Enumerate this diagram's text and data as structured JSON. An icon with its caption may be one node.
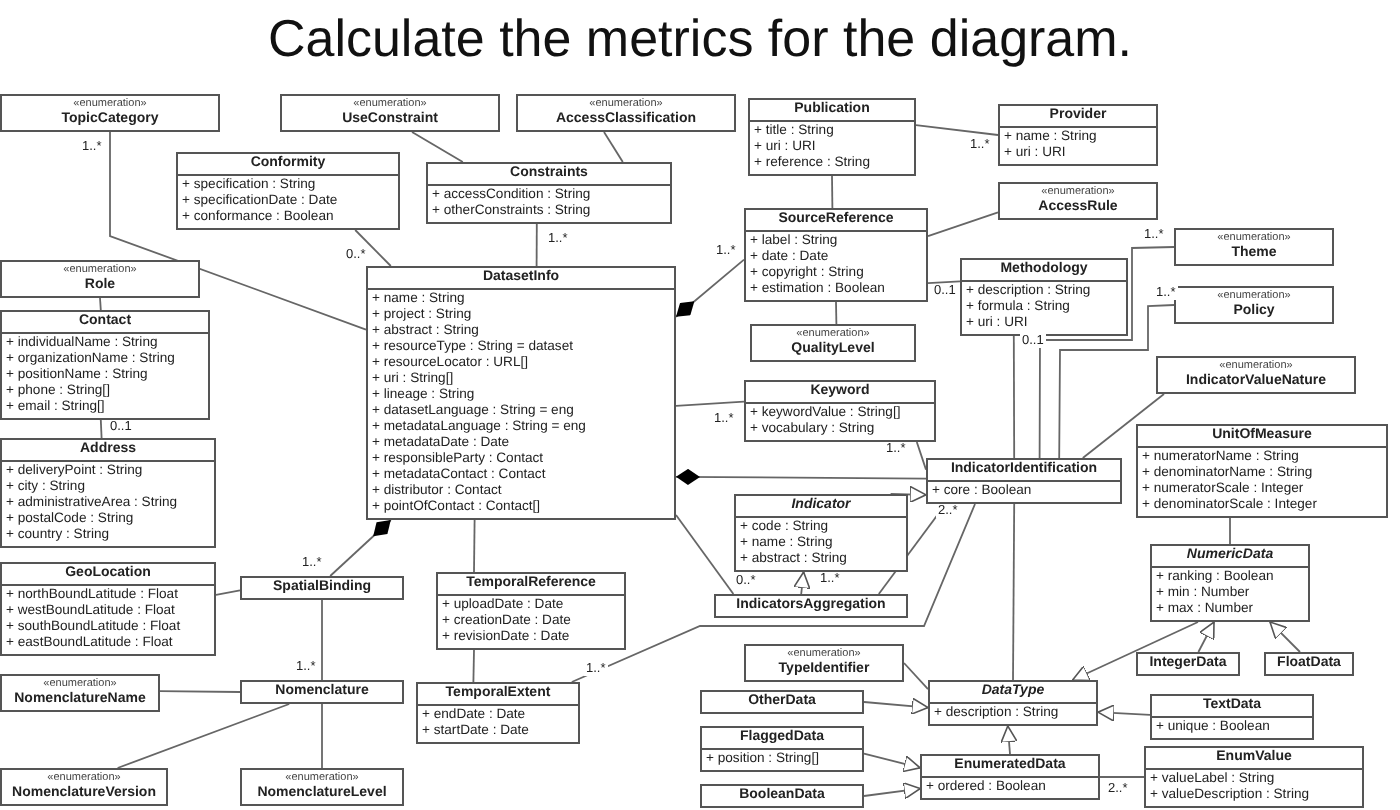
{
  "diagram": {
    "title": "Calculate the metrics for the diagram.",
    "nodes": [
      {
        "text": [
          "«enumeration»",
          "TopicCategory"
        ]
      },
      {
        "text": [
          "«enumeration»",
          "UseConstraint"
        ]
      },
      {
        "text": [
          "«enumeration»",
          "AccessClassification"
        ]
      },
      {
        "text": [
          "Conformity",
          "+ specification : String",
          "+ specificationDate : Date",
          "+ conformance : Boolean"
        ]
      },
      {
        "text": [
          "Constraints",
          "+ accessCondition : String",
          "+ otherConstraints : String"
        ]
      },
      {
        "text": [
          "Publication",
          "+ title : String",
          "+ uri : URI",
          "+ reference : String"
        ]
      },
      {
        "text": [
          "Provider",
          "+ name : String",
          "+ uri : URI"
        ]
      },
      {
        "text": [
          "«enumeration»",
          "AccessRule"
        ]
      },
      {
        "text": [
          "SourceReference",
          "+ label : String",
          "+ date : Date",
          "+ copyright : String",
          "+ estimation : Boolean"
        ]
      },
      {
        "text": [
          "Methodology",
          "+ description : String",
          "+ formula : String",
          "+ uri : URI"
        ]
      },
      {
        "text": [
          "«enumeration»",
          "Theme"
        ]
      },
      {
        "text": [
          "«enumeration»",
          "Policy"
        ]
      },
      {
        "text": [
          "«enumeration»",
          "Role"
        ]
      },
      {
        "text": [
          "Contact",
          "+ individualName : String",
          "+ organizationName : String",
          "+ positionName : String",
          "+ phone : String[]",
          "+ email : String[]"
        ]
      },
      {
        "text": [
          "DatasetInfo",
          "+ name : String",
          "+ project : String",
          "+ abstract : String",
          "+ resourceType : String = dataset",
          "+ resourceLocator : URL[]",
          "+ uri : String[]",
          "+ lineage : String",
          "+ datasetLanguage : String = eng",
          "+ metadataLanguage : String = eng",
          "+ metadataDate : Date",
          "+ responsibleParty : Contact",
          "+ metadataContact : Contact",
          "+ distributor : Contact",
          "+ pointOfContact : Contact[]"
        ]
      },
      {
        "text": [
          "«enumeration»",
          "QualityLevel"
        ]
      },
      {
        "text": [
          "«enumeration»",
          "IndicatorValueNature"
        ]
      },
      {
        "text": [
          "Keyword",
          "+ keywordValue : String[]",
          "+ vocabulary : String"
        ]
      },
      {
        "text": [
          "Address",
          "+ deliveryPoint : String",
          "+ city : String",
          "+ administrativeArea : String",
          "+ postalCode : String",
          "+ country : String"
        ]
      },
      {
        "text": [
          "UnitOfMeasure",
          "+ numeratorName : String",
          "+ denominatorName : String",
          "+ numeratorScale : Integer",
          "+ denominatorScale : Integer"
        ]
      },
      {
        "text": [
          "IndicatorIdentification",
          "+ core : Boolean"
        ]
      },
      {
        "text": [
          "Indicator",
          "+ code : String",
          "+ name : String",
          "+ abstract : String"
        ]
      },
      {
        "text": [
          "GeoLocation",
          "+ northBoundLatitude : Float",
          "+ westBoundLatitude : Float",
          "+ southBoundLatitude : Float",
          "+ eastBoundLatitude : Float"
        ]
      },
      {
        "text": [
          "SpatialBinding"
        ]
      },
      {
        "text": [
          "TemporalReference",
          "+ uploadDate : Date",
          "+ creationDate : Date",
          "+ revisionDate : Date"
        ]
      },
      {
        "text": [
          "IndicatorsAggregation"
        ]
      },
      {
        "text": [
          "NumericData",
          "+ ranking : Boolean",
          "+ min : Number",
          "+ max : Number"
        ]
      },
      {
        "text": [
          "«enumeration»",
          "TypeIdentifier"
        ]
      },
      {
        "text": [
          "IntegerData"
        ]
      },
      {
        "text": [
          "FloatData"
        ]
      },
      {
        "text": [
          "«enumeration»",
          "NomenclatureName"
        ]
      },
      {
        "text": [
          "Nomenclature"
        ]
      },
      {
        "text": [
          "TemporalExtent",
          "+ endDate : Date",
          "+ startDate : Date"
        ]
      },
      {
        "text": [
          "OtherData"
        ]
      },
      {
        "text": [
          "DataType",
          "+ description : String"
        ]
      },
      {
        "text": [
          "TextData",
          "+ unique : Boolean"
        ]
      },
      {
        "text": [
          "FlaggedData",
          "+ position : String[]"
        ]
      },
      {
        "text": [
          "EnumeratedData",
          "+ ordered : Boolean"
        ]
      },
      {
        "text": [
          "EnumValue",
          "+ valueLabel : String",
          "+ valueDescription : String"
        ]
      },
      {
        "text": [
          "BooleanData"
        ]
      },
      {
        "text": [
          "«enumeration»",
          "NomenclatureVersion"
        ]
      },
      {
        "text": [
          "«enumeration»",
          "NomenclatureLevel"
        ]
      }
    ],
    "edges": [
      {
        "from": 14,
        "to": 0,
        "arrow": "none",
        "label": "1..*"
      },
      {
        "from": 4,
        "to": 1,
        "arrow": "none"
      },
      {
        "from": 4,
        "to": 2,
        "arrow": "none"
      },
      {
        "from": 14,
        "to": 3,
        "arrow": "none",
        "label": "0..*"
      },
      {
        "from": 14,
        "to": 4,
        "arrow": "none",
        "label": "1..*"
      },
      {
        "from": 5,
        "to": 8,
        "arrow": "none"
      },
      {
        "from": 5,
        "to": 6,
        "arrow": "none",
        "label": "1..*"
      },
      {
        "from": 8,
        "to": 14,
        "arrow": "other",
        "label": "1..*"
      },
      {
        "from": 8,
        "to": 7,
        "arrow": "none"
      },
      {
        "from": 8,
        "to": 9,
        "arrow": "none",
        "label": "0..1"
      },
      {
        "from": 8,
        "to": 15,
        "arrow": "none"
      },
      {
        "from": 14,
        "to": 17,
        "arrow": "none",
        "label": "1..*"
      },
      {
        "from": 17,
        "to": 20,
        "arrow": "none",
        "label": "1..*"
      },
      {
        "from": 20,
        "to": 10,
        "arrow": "none",
        "label": "1..*"
      },
      {
        "from": 20,
        "to": 11,
        "arrow": "none",
        "label": "1..*"
      },
      {
        "from": 20,
        "to": 16,
        "arrow": "none"
      },
      {
        "from": 9,
        "to": 20,
        "arrow": "none",
        "label": "0..1"
      },
      {
        "from": 20,
        "to": 34,
        "arrow": "none"
      },
      {
        "from": 20,
        "to": 14,
        "arrow": "other"
      },
      {
        "from": 21,
        "to": 20,
        "arrow": "to"
      },
      {
        "from": 25,
        "to": 21,
        "arrow": "to"
      },
      {
        "from": 14,
        "to": 25,
        "arrow": "none",
        "label": "0..*"
      },
      {
        "from": 20,
        "to": 25,
        "arrow": "none",
        "label": "2..*"
      },
      {
        "from": 23,
        "to": 14,
        "arrow": "other",
        "label": "1..*"
      },
      {
        "from": 23,
        "to": 22,
        "arrow": "none"
      },
      {
        "from": 23,
        "to": 31,
        "arrow": "none",
        "label": "1..*"
      },
      {
        "from": 31,
        "to": 30,
        "arrow": "none"
      },
      {
        "from": 31,
        "to": 40,
        "arrow": "none"
      },
      {
        "from": 31,
        "to": 41,
        "arrow": "none"
      },
      {
        "from": 14,
        "to": 24,
        "arrow": "none"
      },
      {
        "from": 24,
        "to": 32,
        "arrow": "none"
      },
      {
        "from": 32,
        "to": 20,
        "arrow": "none",
        "label": "1..*"
      },
      {
        "from": 13,
        "to": 12,
        "arrow": "none"
      },
      {
        "from": 13,
        "to": 18,
        "arrow": "none",
        "label": "0..1"
      },
      {
        "from": 27,
        "to": 34,
        "arrow": "none"
      },
      {
        "from": 33,
        "to": 34,
        "arrow": "to"
      },
      {
        "from": 35,
        "to": 34,
        "arrow": "to"
      },
      {
        "from": 26,
        "to": 34,
        "arrow": "to"
      },
      {
        "from": 28,
        "to": 26,
        "arrow": "to"
      },
      {
        "from": 29,
        "to": 26,
        "arrow": "to"
      },
      {
        "from": 26,
        "to": 19,
        "arrow": "none"
      },
      {
        "from": 37,
        "to": 34,
        "arrow": "to"
      },
      {
        "from": 36,
        "to": 37,
        "arrow": "to"
      },
      {
        "from": 39,
        "to": 37,
        "arrow": "to"
      },
      {
        "from": 37,
        "to": 38,
        "arrow": "none",
        "label": "2..*"
      }
    ],
    "labels": [
      "1..*"
    ]
  }
}
